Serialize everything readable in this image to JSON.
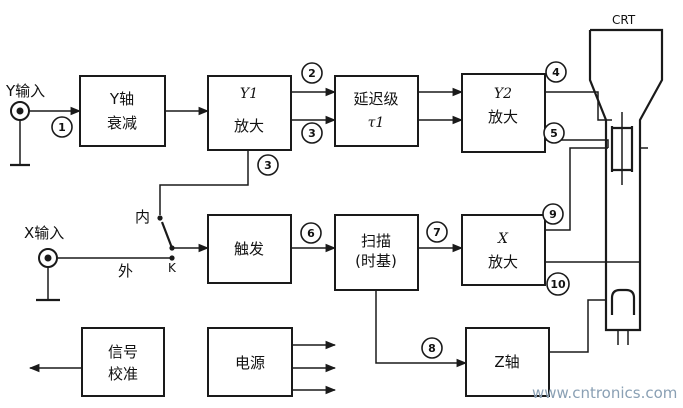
{
  "inputs": {
    "y_input": "Y输入",
    "x_input": "X输入"
  },
  "blocks": {
    "y_atten_line1": "Y轴",
    "y_atten_line2": "衰减",
    "y1_line1": "Y1",
    "y1_line2": "放大",
    "delay_line1": "延迟级",
    "delay_line2": "τ1",
    "y2_line1": "Y2",
    "y2_line2": "放大",
    "trigger": "触发",
    "sweep_line1": "扫描",
    "sweep_line2": "(时基)",
    "x_amp_line1": "X",
    "x_amp_line2": "放大",
    "z_axis": "Z轴",
    "calib_line1": "信号",
    "calib_line2": "校准",
    "power": "电源"
  },
  "switch": {
    "internal": "内",
    "external": "外",
    "k": "K"
  },
  "crt_label": "CRT",
  "markers": [
    "1",
    "2",
    "3",
    "3",
    "4",
    "5",
    "6",
    "7",
    "8",
    "9",
    "10"
  ],
  "watermark": "www.cntronics.com"
}
